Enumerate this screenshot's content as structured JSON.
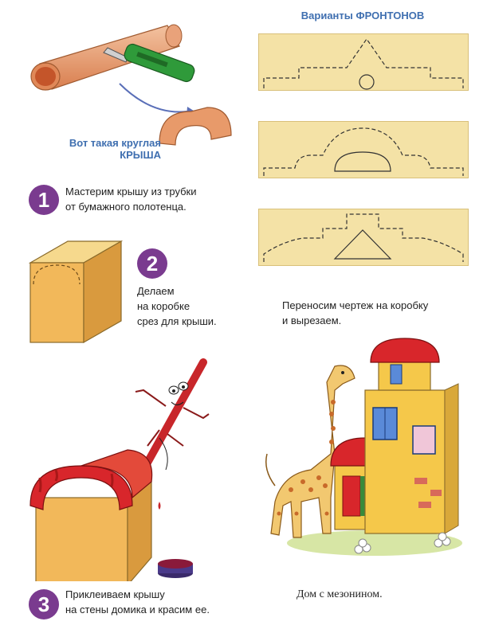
{
  "roof_caption": {
    "line1": "Вот такая круглая",
    "line2": "КРЫША"
  },
  "pediment_title": "Варианты ФРОНТОНОВ",
  "steps": [
    {
      "number": "1",
      "lines": [
        "Мастерим крышу из трубки",
        "от бумажного полотенца."
      ]
    },
    {
      "number": "2",
      "lines": [
        "Делаем",
        "на коробке",
        "срез для крыши."
      ]
    },
    {
      "number": "3",
      "lines": [
        "Приклеиваем крышу",
        "на стены домика и красим ее."
      ]
    }
  ],
  "transfer_caption": [
    "Переносим чертеж на коробку",
    "и вырезаем."
  ],
  "house_caption": "Дом с мезонином.",
  "colors": {
    "step_badge": "#7a3b8f",
    "title_blue": "#3f6fb0",
    "cardboard": "#f4e2a6",
    "roof_red": "#d8262b",
    "tube_orange": "#e69a6b"
  }
}
